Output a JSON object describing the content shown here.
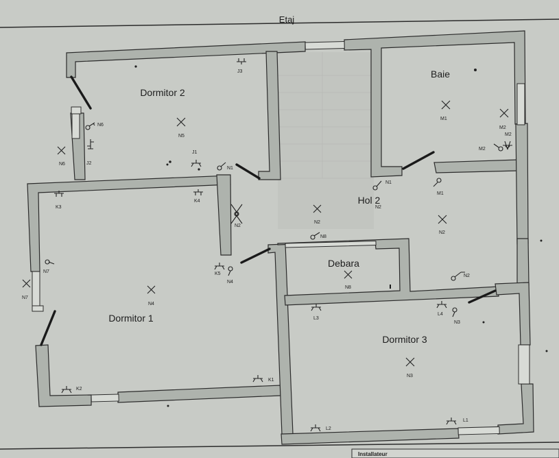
{
  "header": {
    "title": "Etaj"
  },
  "footer": {
    "label": "Installateur"
  },
  "rooms": {
    "dormitor2": "Dormitor 2",
    "baie": "Baie",
    "hol": "Hol 2",
    "dormitor1": "Dormitor 1",
    "debara": "Debara",
    "dormitor3": "Dormitor 3"
  },
  "labels": {
    "j3": "J3",
    "n5": "N5",
    "n6a": "N6",
    "n6b": "N6",
    "j2": "J2",
    "j1": "J1",
    "n1a": "N1",
    "m1a": "M1",
    "m2a": "M2",
    "m2b": "M2",
    "m2c": "M2",
    "n1b": "N1",
    "m1b": "M1",
    "n2a": "N2",
    "n2b": "N2",
    "n2c": "N2",
    "n2d": "N2",
    "n2e": "N2",
    "n8a": "N8",
    "n8b": "N8",
    "k3": "K3",
    "k4": "K4",
    "n7a": "N7",
    "n7b": "N7",
    "k5": "K5",
    "n4a": "N4",
    "n4b": "N4",
    "k2": "K2",
    "k1": "K1",
    "l3": "L3",
    "l4": "L4",
    "n3a": "N3",
    "n3b": "N3",
    "l2": "L2",
    "l1": "L1"
  }
}
